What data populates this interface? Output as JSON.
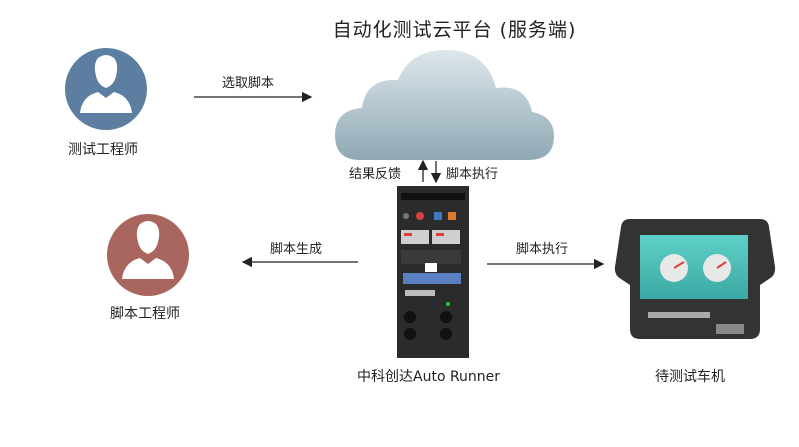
{
  "title": "自动化测试云平台 (服务端)",
  "actors": {
    "test_engineer": "测试工程师",
    "script_engineer": "脚本工程师"
  },
  "device": "中科创达Auto Runner",
  "target": "待测试车机",
  "edges": {
    "select_script": "选取脚本",
    "result_feedback": "结果反馈",
    "script_exec_up": "脚本执行",
    "script_generate": "脚本生成",
    "script_exec_right": "脚本执行"
  },
  "colors": {
    "test_engineer_bg": "#5c7fa1",
    "script_engineer_bg": "#a8665e",
    "cloud": "#b9cbd3",
    "screen": "#4fc3bd",
    "device": "#2b2b2b"
  }
}
